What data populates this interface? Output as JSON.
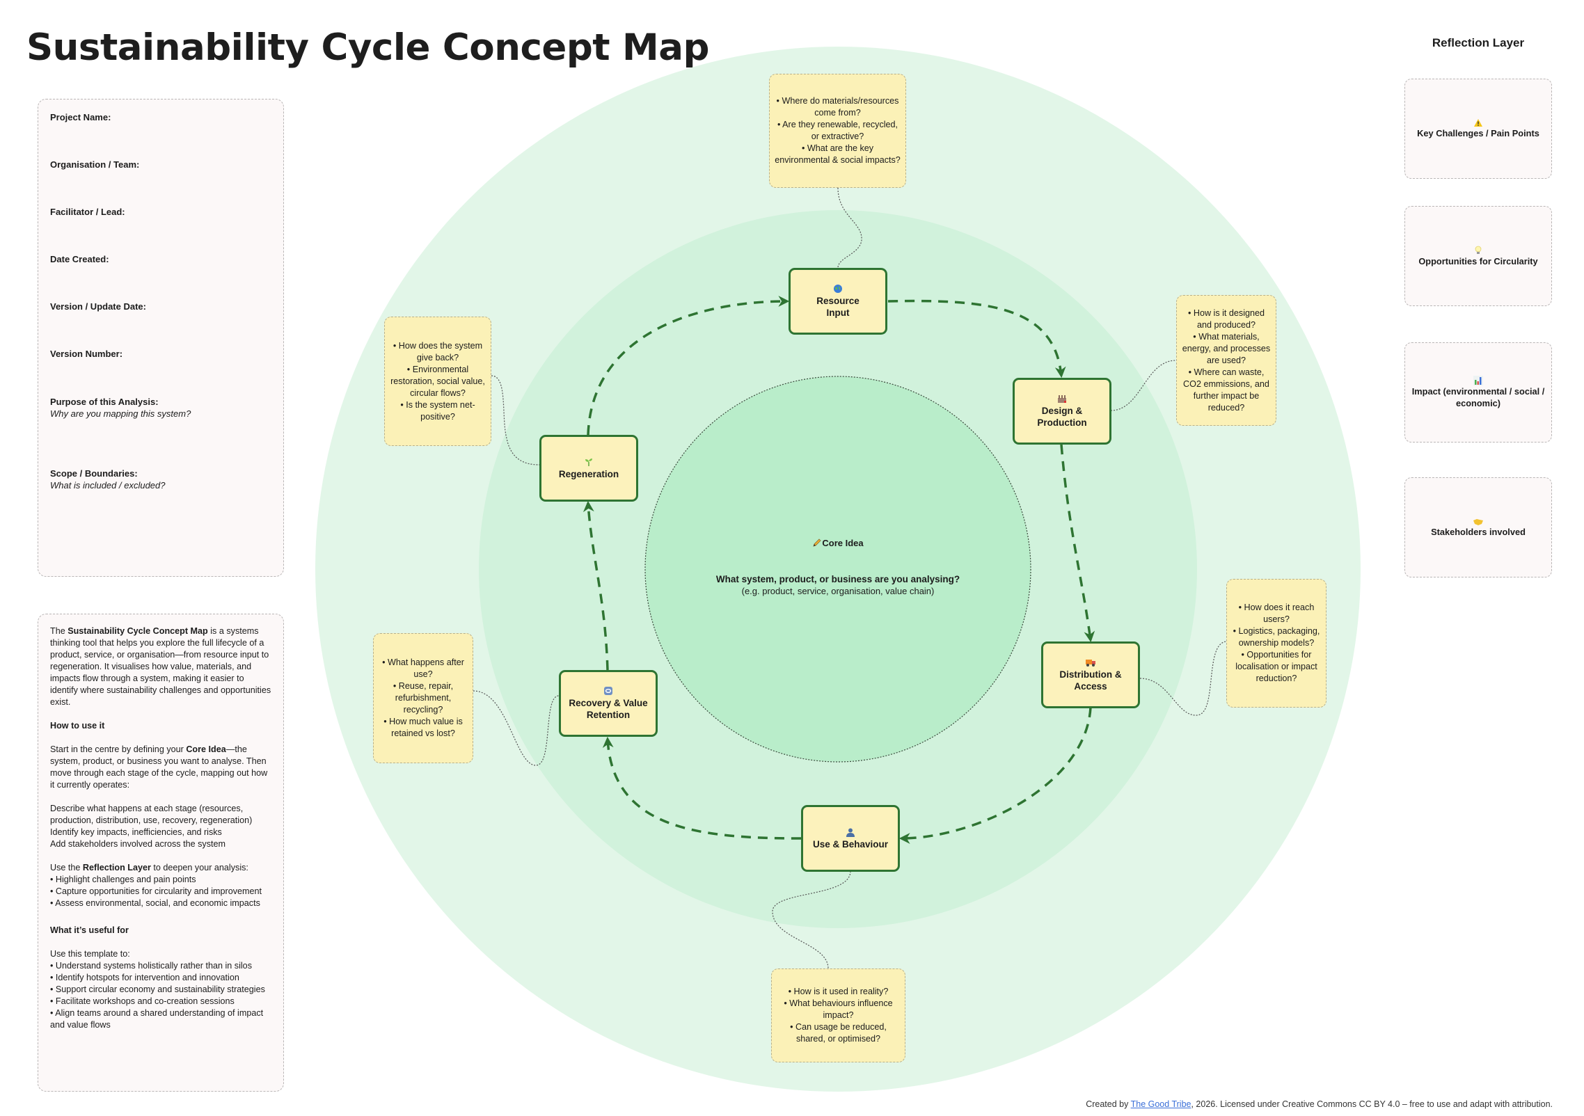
{
  "title": "Sustainability Cycle Concept Map",
  "info_panel": {
    "fields": [
      {
        "label": "Project Name:"
      },
      {
        "label": "Organisation / Team:"
      },
      {
        "label": "Facilitator / Lead:"
      },
      {
        "label": "Date Created:"
      },
      {
        "label": "Version / Update Date:"
      },
      {
        "label": "Version Number:"
      },
      {
        "label": "Purpose of this Analysis:",
        "hint": "Why are you mapping this system?"
      },
      {
        "label": "Scope / Boundaries:",
        "hint": "What is included / excluded?"
      }
    ]
  },
  "about_panel": {
    "intro_pre": "The ",
    "intro_bold": "Sustainability Cycle Concept Map",
    "intro_post": " is a systems thinking tool that helps you explore the full lifecycle of a product, service, or organisation—from resource input to regeneration. It visualises how value, materials, and impacts flow through a system, making it easier to identify where sustainability challenges and opportunities exist.",
    "how_heading": "How to use it",
    "how_pre": "Start in the centre by defining your ",
    "how_bold": "Core Idea",
    "how_post": "—the system, product, or business you want to analyse. Then move through each stage of the cycle, mapping out how it currently operates:",
    "steps": [
      "Describe what happens at each stage (resources, production, distribution, use, recovery, regeneration)",
      "Identify key impacts, inefficiencies, and risks",
      "Add stakeholders involved across the system"
    ],
    "reflection_pre": "Use the ",
    "reflection_bold": "Reflection Layer",
    "reflection_post": " to deepen your analysis:",
    "reflection_items": [
      "• Highlight challenges and pain points",
      "• Capture opportunities for circularity and improvement",
      "• Assess environmental, social, and economic impacts"
    ],
    "useful_heading": "What it’s useful for",
    "useful_intro": "Use this template to:",
    "useful_items": [
      "• Understand systems holistically rather than in silos",
      "• Identify hotspots for intervention and innovation",
      "• Support circular economy and sustainability strategies",
      "• Facilitate workshops and co-creation sessions",
      "• Align teams around a shared understanding of impact and value flows"
    ]
  },
  "core": {
    "icon": "pencil-icon",
    "title": "Core Idea",
    "question": "What system, product, or business are you analysing?",
    "subtitle": "(e.g. product, service, organisation, value chain)"
  },
  "stages": [
    {
      "label": "Resource Input",
      "icon": "globe-icon",
      "note": [
        "• Where do materials/resources come from?",
        "• Are they renewable, recycled, or extractive?",
        "• What are the key environmental & social impacts?"
      ]
    },
    {
      "label": "Design & Production",
      "icon": "factory-icon",
      "note": [
        "• How is it designed and produced?",
        "• What materials, energy, and processes are used?",
        "• Where can waste, CO2 emmissions, and further impact be reduced?"
      ]
    },
    {
      "label": "Distribution & Access",
      "icon": "truck-icon",
      "note": [
        "• How does it reach users?",
        "• Logistics, packaging, ownership models?",
        "• Opportunities for localisation or impact reduction?"
      ]
    },
    {
      "label": "Use & Behaviour",
      "icon": "person-icon",
      "note": [
        "• How is it used in reality?",
        "• What behaviours influence impact?",
        "• Can usage be reduced, shared, or optimised?"
      ]
    },
    {
      "label": "Recovery & Value Retention",
      "icon": "recycle-icon",
      "note": [
        "• What happens after use?",
        "• Reuse, repair, refurbishment, recycling?",
        "• How much value is retained vs lost?"
      ]
    },
    {
      "label": "Regeneration",
      "icon": "seedling-icon",
      "note": [
        "• How does the system give back?",
        "• Environmental restoration, social value, circular flows?",
        "• Is the system net-positive?"
      ]
    }
  ],
  "reflection": {
    "title": "Reflection Layer",
    "items": [
      {
        "label": "Key Challenges / Pain Points",
        "icon": "warning-icon"
      },
      {
        "label": "Opportunities for Circularity",
        "icon": "lightbulb-icon"
      },
      {
        "label": "Impact (environmental / social / economic)",
        "icon": "bar-chart-icon"
      },
      {
        "label": "Stakeholders involved",
        "icon": "handshake-icon"
      }
    ]
  },
  "footer": {
    "prefix": "Created by ",
    "link": "The Good Tribe",
    "suffix": ", 2026. Licensed under Creative Commons CC BY 4.0 – free to use and adapt with attribution."
  },
  "colors": {
    "outer_ring": "#e2f6e8",
    "middle_ring": "#d1f2dc",
    "core_circle": "#b9edca",
    "node_border": "#2e7432",
    "node_fill": "#fcf2bc",
    "note_fill": "#fbf1b7",
    "link": "#3a6fd8"
  }
}
